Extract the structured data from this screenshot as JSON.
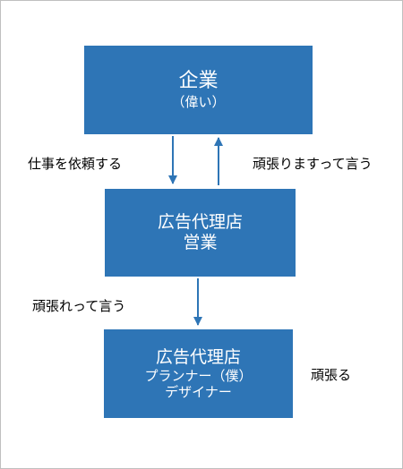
{
  "colors": {
    "box": "#2e75b6",
    "arrow": "#2e75b6",
    "box_text": "#ffffff"
  },
  "boxes": {
    "company": {
      "line1": "企業",
      "line2": "（偉い）"
    },
    "agency_sales": {
      "line1": "広告代理店",
      "line2": "営業"
    },
    "agency_planner": {
      "line1": "広告代理店",
      "line2": "プランナー（僕）",
      "line3": "デザイナー"
    }
  },
  "labels": {
    "request_work": "仕事を依頼する",
    "say_will_try": "頑張りますって言う",
    "say_try_hard": "頑張れって言う",
    "try_hard": "頑張る"
  }
}
